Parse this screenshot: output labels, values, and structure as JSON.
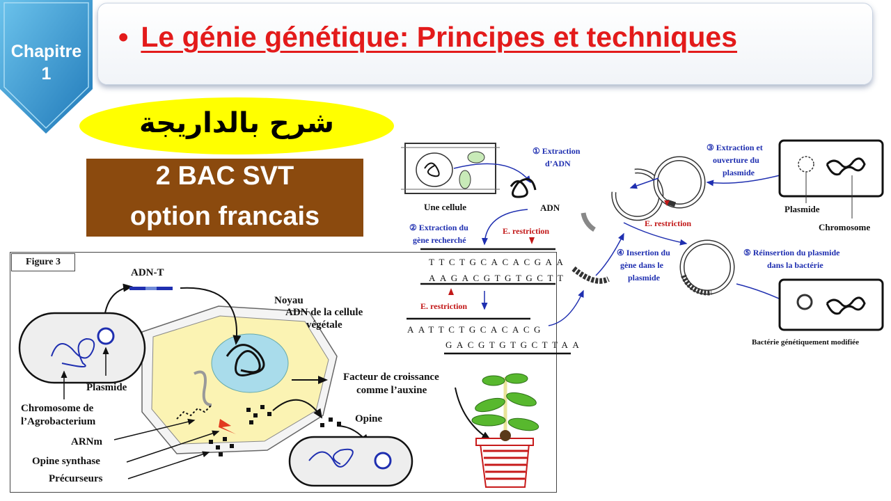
{
  "header": {
    "chapter_label": "Chapitre 1",
    "bullet": "•",
    "title": "Le génie génétique: Principes et techniques",
    "arabic_subtitle": "شرح بالداريجة",
    "level_line1": "2 BAC SVT",
    "level_line2": "option francais"
  },
  "colors": {
    "title_red": "#e31b1b",
    "chapter_blue": "#3a9bd0",
    "oval_yellow": "#ffff00",
    "level_brown": "#8b4a0e",
    "diagram_blue": "#1f2fb0",
    "diagram_red": "#c21818"
  },
  "figure3": {
    "title": "Figure 3",
    "adn_t": "ADN-T",
    "noyau": "Noyau",
    "adn_cellule_1": "ADN de la cellule",
    "adn_cellule_2": "végétale",
    "facteur_1": "Facteur de croissance",
    "facteur_2": "comme l’auxine",
    "opine": "Opine",
    "plasmide": "Plasmide",
    "chromosome_1": "Chromosome de",
    "chromosome_2": "l’Agrobacterium",
    "arnm": "ARNm",
    "opine_synthase": "Opine synthase",
    "precurseurs": "Précurseurs"
  },
  "process": {
    "une_cellule": "Une cellule",
    "adn": "ADN",
    "step1_a": "① Extraction",
    "step1_b": "d’ADN",
    "step2_a": "② Extraction du",
    "step2_b": "gène recherché",
    "step3_a": "③ Extraction et",
    "step3_b": "ouverture du",
    "step3_c": "plasmide",
    "step4_a": "④ Insertion du",
    "step4_b": "gène dans le",
    "step4_c": "plasmide",
    "step5_a": "⑤ Réinsertion du plasmide",
    "step5_b": "dans la bactérie",
    "e_restriction_top": "E. restriction",
    "e_restriction_bottom": "E. restriction",
    "e_restriction_plasmid": "E. restriction",
    "seq_top": "TTCTGCACACGAA",
    "seq_bottom": "AAGACGTGTGCTT",
    "seq_cut_top": "AATTCTGCACACG",
    "seq_cut_bottom": "GACGTGTGCTTAA",
    "plasmide": "Plasmide",
    "chromosome": "Chromosome",
    "bacterie_modifiee": "Bactérie génétiquement modifiée"
  }
}
